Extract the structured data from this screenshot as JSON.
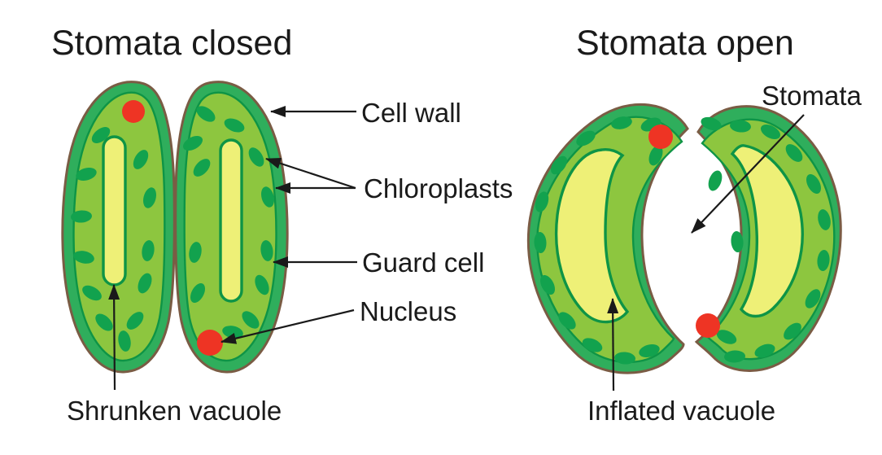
{
  "diagram": {
    "panels": {
      "closed": {
        "title": "Stomata closed",
        "labels": {
          "cell_wall": "Cell wall",
          "chloroplasts": "Chloroplasts",
          "guard_cell": "Guard cell",
          "nucleus": "Nucleus",
          "shrunken_vacuole": "Shrunken vacuole"
        }
      },
      "open": {
        "title": "Stomata open",
        "labels": {
          "stomata": "Stomata",
          "inflated_vacuole": "Inflated vacuole"
        }
      }
    }
  },
  "colors": {
    "background": "#ffffff",
    "ink": "#1a1a1a",
    "outline": "#7a5c44",
    "wall": "#2fae5c",
    "innerline": "#0e9446",
    "cytoplasm": "#8dc63f",
    "chloroplast": "#12a24e",
    "vacuole": "#eef077",
    "nucleus": "#ee3424"
  }
}
